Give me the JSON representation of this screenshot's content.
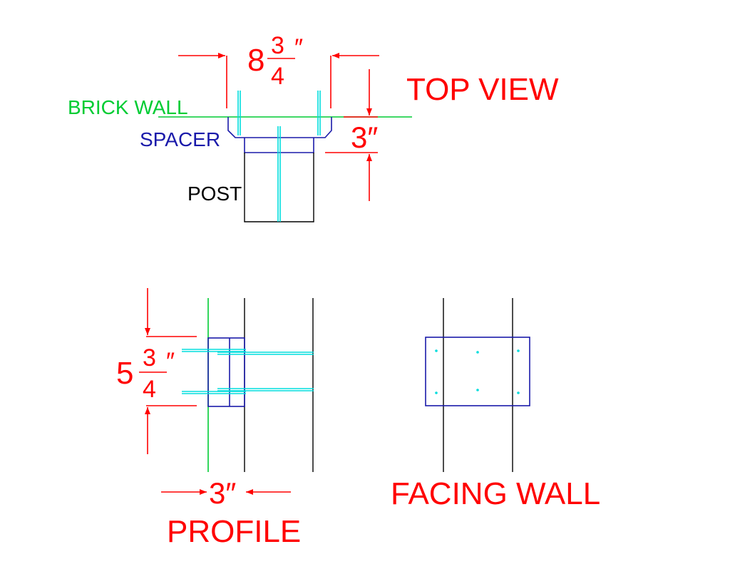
{
  "top_view": {
    "title": "TOP VIEW",
    "labels": {
      "brick_wall": "BRICK WALL",
      "spacer": "SPACER",
      "post": "POST"
    },
    "width_dim": {
      "whole": "8",
      "num": "3",
      "den": "4",
      "unit": "″"
    },
    "depth_dim": {
      "text": "3″"
    }
  },
  "profile": {
    "title": "PROFILE",
    "height_dim": {
      "whole": "5",
      "num": "3",
      "den": "4",
      "unit": "″"
    },
    "depth_dim": {
      "text": "3″"
    }
  },
  "facing_wall": {
    "title": "FACING WALL"
  },
  "colors": {
    "dimension": "#ff0000",
    "brick_wall": "#00cc33",
    "spacer": "#1a1aaa",
    "post": "#000000",
    "bolt": "#00dddd"
  }
}
